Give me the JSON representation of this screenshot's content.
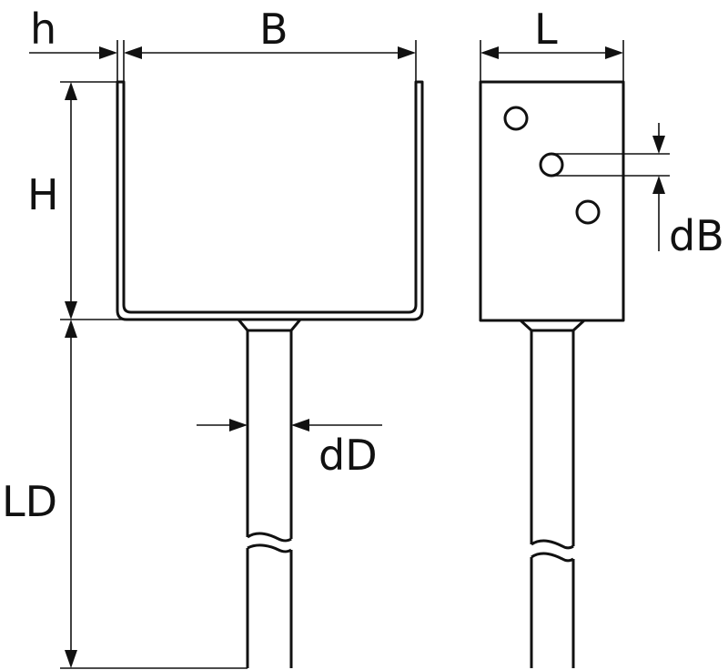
{
  "labels": {
    "h": "h",
    "B": "B",
    "L": "L",
    "H": "H",
    "dB": "dB",
    "dD": "dD",
    "LD": "LD"
  },
  "colors": {
    "line": "#111111",
    "background": "#ffffff"
  }
}
